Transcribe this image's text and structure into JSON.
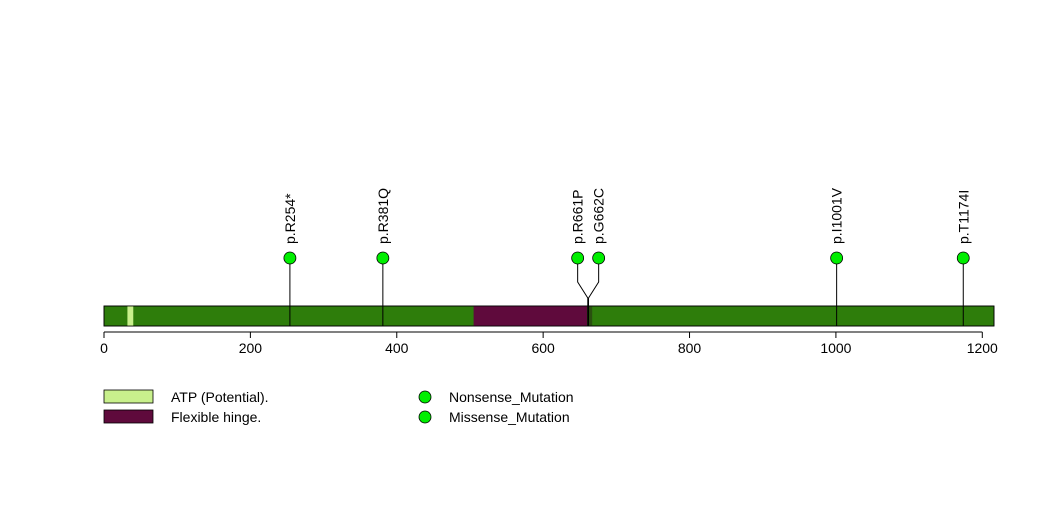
{
  "chart_data": {
    "type": "lollipop",
    "protein_length": 1216,
    "x_axis": {
      "range": [
        0,
        1216
      ],
      "ticks": [
        {
          "value": 0,
          "label": "0"
        },
        {
          "value": 200,
          "label": "200"
        },
        {
          "value": 400,
          "label": "400"
        },
        {
          "value": 600,
          "label": "600"
        },
        {
          "value": 800,
          "label": "800"
        },
        {
          "value": 1000,
          "label": "1000"
        },
        {
          "value": 1200,
          "label": "1200"
        }
      ]
    },
    "backbone_color": "#2e7d0b",
    "domains": [
      {
        "name": "ATP (Potential).",
        "start": 32,
        "end": 40,
        "color": "#c8f08c"
      },
      {
        "name": "Flexible hinge.",
        "start": 505,
        "end": 660,
        "color": "#5f0a3c"
      },
      {
        "name": "",
        "start": 660,
        "end": 667,
        "color": "#2a5010"
      }
    ],
    "mutations": [
      {
        "label": "p.R254*",
        "position": 254,
        "type": "Nonsense_Mutation"
      },
      {
        "label": "p.R381Q",
        "position": 381,
        "type": "Missense_Mutation"
      },
      {
        "label": "p.R661P",
        "position": 661,
        "type": "Missense_Mutation"
      },
      {
        "label": "p.G662C",
        "position": 662,
        "type": "Missense_Mutation"
      },
      {
        "label": "p.I1001V",
        "position": 1001,
        "type": "Missense_Mutation"
      },
      {
        "label": "p.T1174I",
        "position": 1174,
        "type": "Missense_Mutation"
      }
    ],
    "marker_color": "#00ee00",
    "legend": {
      "domains": [
        {
          "label": "ATP (Potential).",
          "color": "#c8f08c"
        },
        {
          "label": "Flexible hinge.",
          "color": "#5f0a3c"
        }
      ],
      "mutations": [
        {
          "label": "Nonsense_Mutation",
          "color": "#00ee00"
        },
        {
          "label": "Missense_Mutation",
          "color": "#00ee00"
        }
      ]
    }
  }
}
